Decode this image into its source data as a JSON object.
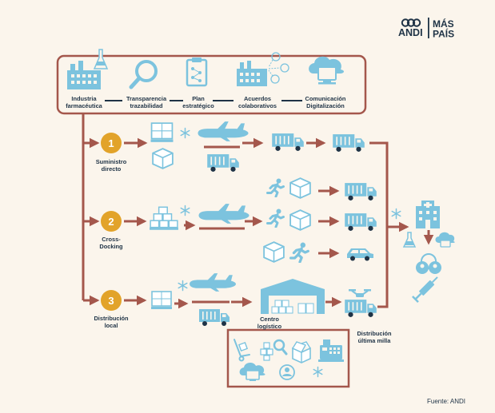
{
  "logo": {
    "brand": "ANDI",
    "slogan_line1": "MÁS",
    "slogan_line2": "PAÍS"
  },
  "top_box": {
    "items": [
      {
        "line1": "Industria",
        "line2": "farmacéutica",
        "icon": "factory-flask-icon"
      },
      {
        "line1": "Transparencia",
        "line2": "trazabilidad",
        "icon": "magnifier-icon"
      },
      {
        "line1": "Plan",
        "line2": "estratégico",
        "icon": "clipboard-plan-icon"
      },
      {
        "line1": "Acuerdos",
        "line2": "colaborativos",
        "icon": "factory-network-icon"
      },
      {
        "line1": "Comunicación",
        "line2": "Digitalización",
        "icon": "cloud-computer-icon"
      }
    ]
  },
  "routes": [
    {
      "number": "1",
      "line1": "Suministro",
      "line2": "directo"
    },
    {
      "number": "2",
      "line1": "Cross-",
      "line2": "Docking"
    },
    {
      "number": "3",
      "line1": "Distribución",
      "line2": "local"
    }
  ],
  "centro": {
    "line1": "Centro",
    "line2": "logístico"
  },
  "ultima": {
    "line1": "Distribución",
    "line2": "última milla"
  },
  "source": "Fuente: ANDI",
  "colors": {
    "arrow": "#a4574c",
    "icon": "#7cc3de",
    "dark": "#1f3346",
    "gold": "#e2a32a",
    "background": "#fbf5ec"
  }
}
